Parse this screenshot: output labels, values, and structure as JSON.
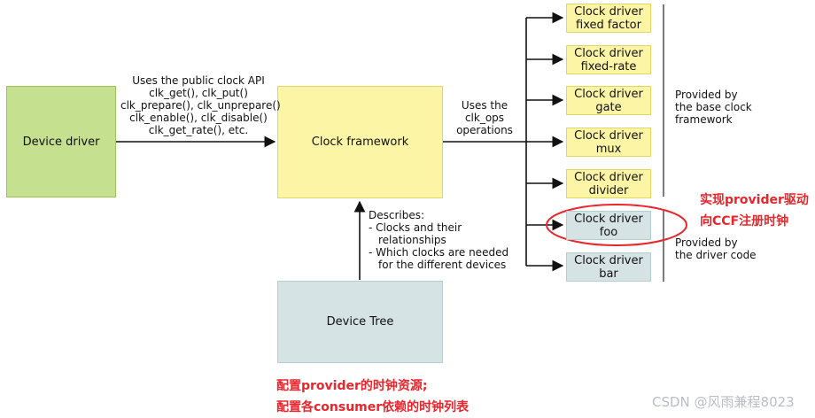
{
  "nodes": {
    "device_driver": "Device driver",
    "clock_framework": "Clock framework",
    "device_tree": "Device Tree"
  },
  "labels": {
    "api_title": "Uses the public clock API",
    "api_lines": [
      "clk_get(), clk_put()",
      "clk_prepare(), clk_unprepare()",
      "clk_enable(), clk_disable()",
      "clk_get_rate(), etc."
    ],
    "ops": [
      "Uses the",
      "clk_ops",
      "operations"
    ],
    "describes": "Describes:",
    "desc1a": "- Clocks and their",
    "desc1b": "relationships",
    "desc2a": "- Which clocks are needed",
    "desc2b": "for the different devices",
    "base_group": [
      "Provided by",
      "the base clock",
      "framework"
    ],
    "driver_group": [
      "Provided by",
      "the driver code"
    ]
  },
  "drivers": [
    {
      "line1": "Clock driver",
      "line2": "fixed factor",
      "kind": "yellow"
    },
    {
      "line1": "Clock driver",
      "line2": "fixed-rate",
      "kind": "yellow"
    },
    {
      "line1": "Clock driver",
      "line2": "gate",
      "kind": "yellow"
    },
    {
      "line1": "Clock driver",
      "line2": "mux",
      "kind": "yellow"
    },
    {
      "line1": "Clock driver",
      "line2": "divider",
      "kind": "yellow"
    },
    {
      "line1": "Clock driver",
      "line2": "foo",
      "kind": "blue"
    },
    {
      "line1": "Clock driver",
      "line2": "bar",
      "kind": "blue"
    }
  ],
  "annotations": {
    "right_line1": "实现provider驱动",
    "right_line2": "向CCF注册时钟",
    "bottom_line1": "配置provider的时钟资源;",
    "bottom_line2": "配置各consumer依赖的时钟列表"
  },
  "watermark": "CSDN @风雨兼程8023",
  "colors": {
    "green": "#c5e08e",
    "yellow": "#fdf5a6",
    "blue": "#d6e3e4",
    "annotation_red": "#e8262c"
  }
}
